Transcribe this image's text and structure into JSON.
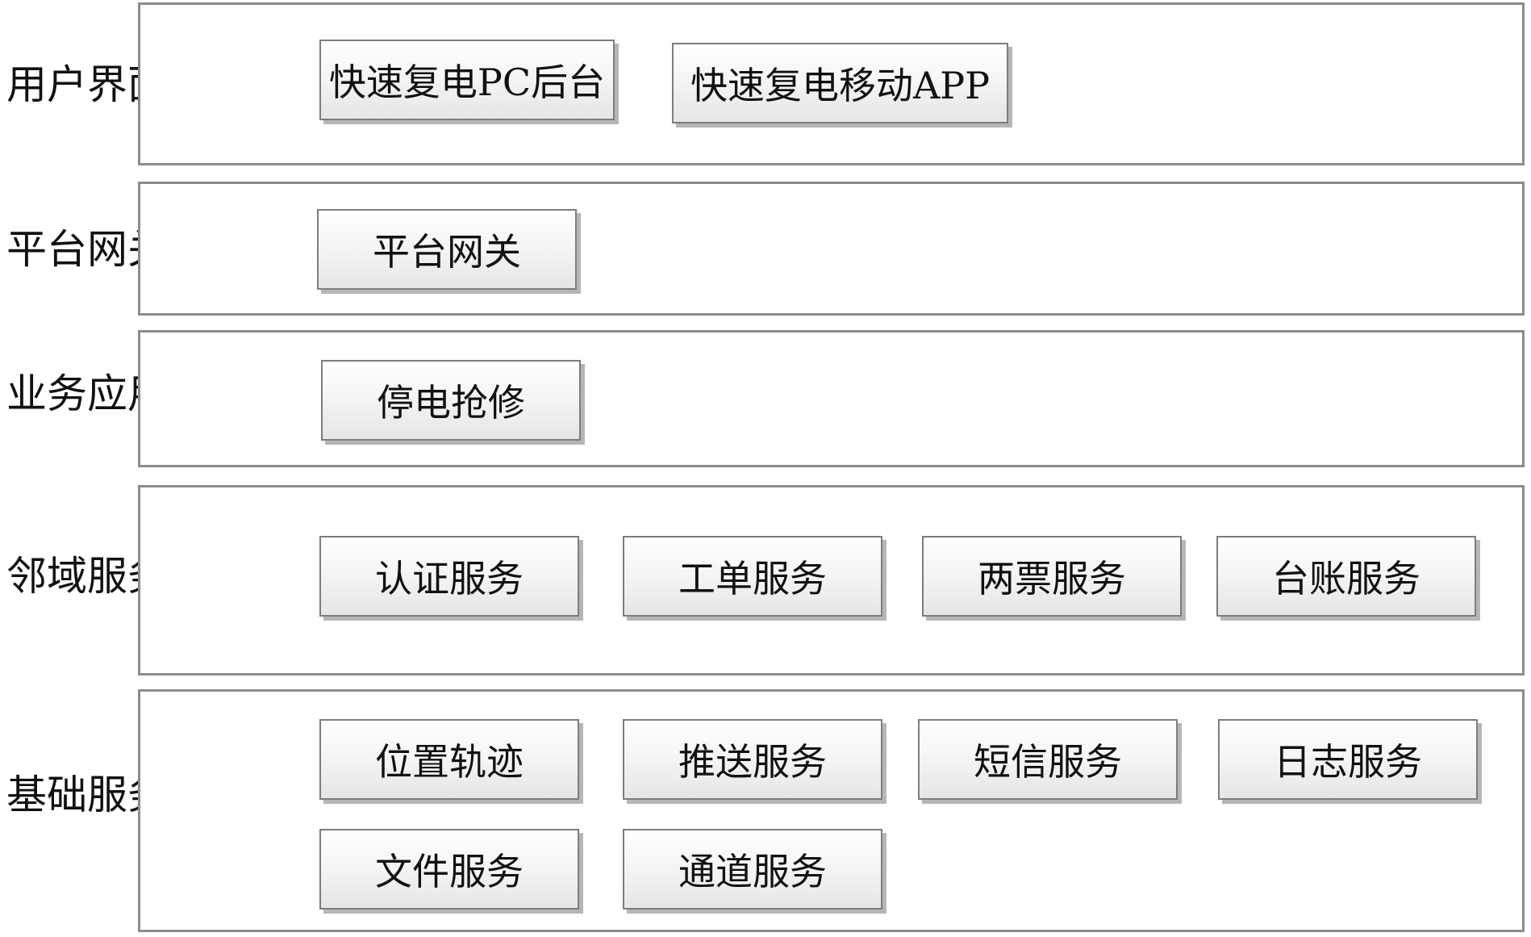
{
  "layers": [
    {
      "label": "用户界面层",
      "boxes": [
        "快速复电PC后台",
        "快速复电移动APP"
      ]
    },
    {
      "label": "平台网关层",
      "boxes": [
        "平台网关"
      ]
    },
    {
      "label": "业务应用层",
      "boxes": [
        "停电抢修"
      ]
    },
    {
      "label": "邻域服务层",
      "boxes": [
        "认证服务",
        "工单服务",
        "两票服务",
        "台账服务"
      ]
    },
    {
      "label": "基础服务层",
      "boxes": [
        "位置轨迹",
        "推送服务",
        "短信服务",
        "日志服务",
        "文件服务",
        "通道服务"
      ]
    }
  ],
  "colors": {
    "panel_border": "#8c8c8c",
    "box_border": "#7d7d7d",
    "box_shadow": "#b6b6b6",
    "text": "#111111"
  }
}
